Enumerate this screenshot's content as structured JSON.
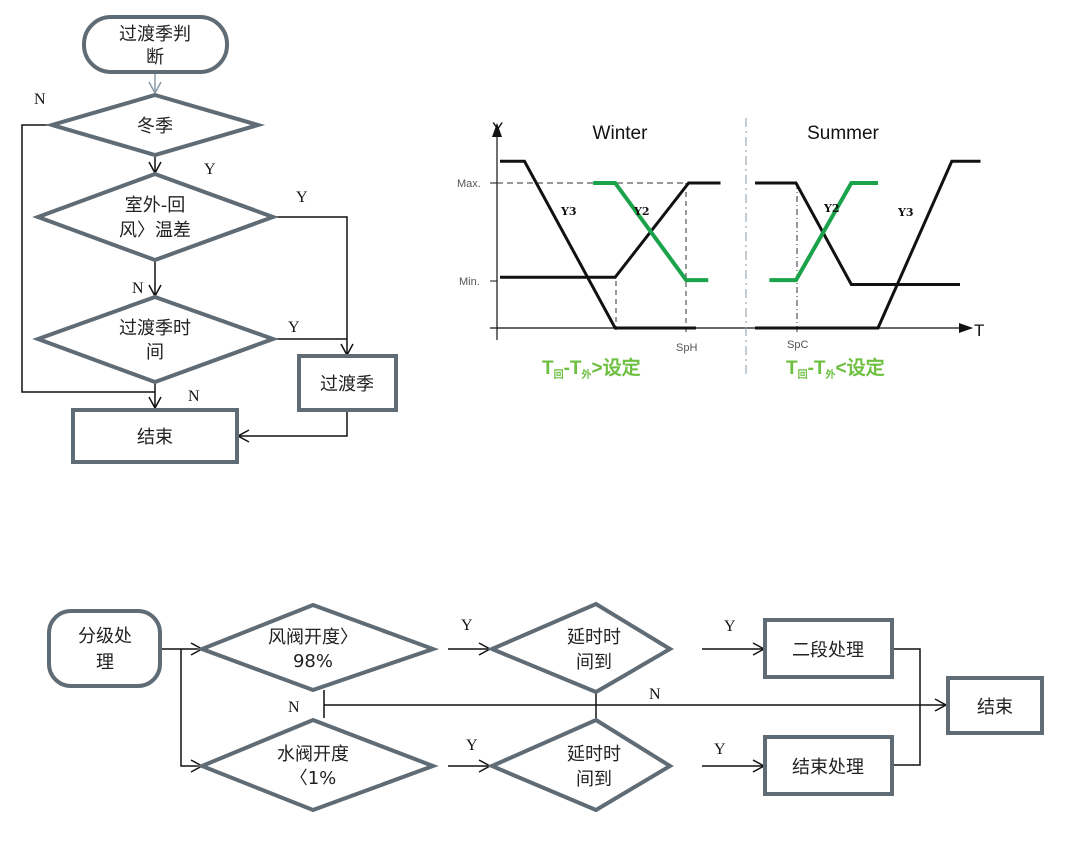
{
  "flow1": {
    "start": [
      "过渡季判",
      "断"
    ],
    "winter": "冬季",
    "temp_diff": [
      "室外-回",
      "风〉温差"
    ],
    "trans_time": [
      "过渡季时",
      "间"
    ],
    "transition": "过渡季",
    "end": "结束",
    "labels": {
      "n_top": "N",
      "y_winter": "Y",
      "y_diff": "Y",
      "n_diff": "N",
      "y_time": "Y",
      "n_time": "N"
    }
  },
  "flow2": {
    "start": [
      "分级处",
      "理"
    ],
    "air_valve": [
      "风阀开度〉",
      "98%"
    ],
    "water_valve": [
      "水阀开度",
      "〈1%"
    ],
    "delay1": [
      "延时时",
      "间到"
    ],
    "delay2": [
      "延时时",
      "间到"
    ],
    "stage2": "二段处理",
    "end_proc": "结束处理",
    "end": "结束",
    "labels": {
      "y1": "Y",
      "y2": "Y",
      "y3": "Y",
      "y4": "Y",
      "n1": "N",
      "n2": "N"
    }
  },
  "chart_data": {
    "type": "line",
    "y_axis_label": "Y",
    "x_axis_label": "T",
    "y_ticks": [
      "Max.",
      "Min."
    ],
    "colors": {
      "black": "#111111",
      "green": "#1aa34a",
      "condition_text": "#6cbf3f"
    },
    "panels": [
      {
        "title": "Winter",
        "setpoint": "SpH",
        "condition": {
          "prefix": "T",
          "sub1": "回",
          "mid": "-T",
          "sub2": "外",
          "suffix": ">设定"
        },
        "series": [
          {
            "name": "Y3",
            "color": "black",
            "points": [
              [
                0,
                1.15
              ],
              [
                0.1,
                1.15
              ],
              [
                0.47,
                0
              ],
              [
                0.8,
                0
              ]
            ]
          },
          {
            "name": "Y2",
            "color": "black",
            "points": [
              [
                0,
                0.35
              ],
              [
                0.47,
                0.35
              ],
              [
                0.77,
                1
              ],
              [
                0.9,
                1
              ]
            ]
          },
          {
            "name": "green",
            "color": "green",
            "points": [
              [
                0.38,
                1
              ],
              [
                0.47,
                1
              ],
              [
                0.76,
                0.33
              ],
              [
                0.85,
                0.33
              ]
            ]
          }
        ]
      },
      {
        "title": "Summer",
        "setpoint": "SpC",
        "condition": {
          "prefix": "T",
          "sub1": "回",
          "mid": "-T",
          "sub2": "外",
          "suffix": "<设定"
        },
        "series": [
          {
            "name": "Y2",
            "color": "black",
            "points": [
              [
                0,
                1
              ],
              [
                0.2,
                1
              ],
              [
                0.47,
                0.3
              ],
              [
                1,
                0.3
              ]
            ]
          },
          {
            "name": "green",
            "color": "green",
            "points": [
              [
                0.07,
                0.33
              ],
              [
                0.2,
                0.33
              ],
              [
                0.47,
                1
              ],
              [
                0.6,
                1
              ]
            ]
          },
          {
            "name": "Y3",
            "color": "black",
            "points": [
              [
                0,
                0
              ],
              [
                0.6,
                0
              ],
              [
                0.96,
                1.15
              ],
              [
                1.1,
                1.15
              ]
            ]
          }
        ]
      }
    ]
  }
}
